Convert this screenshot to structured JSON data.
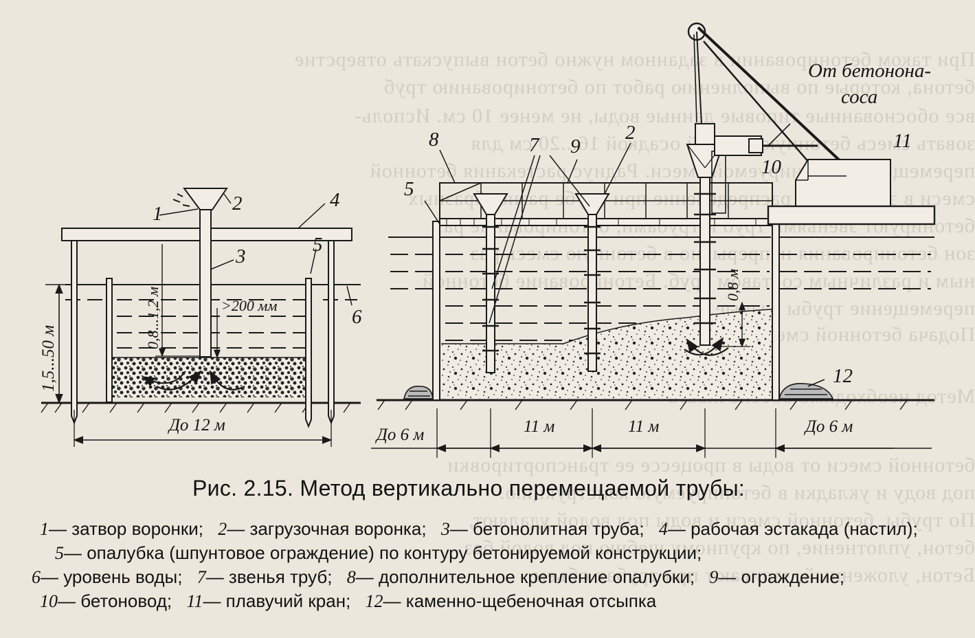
{
  "bleed_through": [
    "При таком бетонировании в заданном нужно бетон выпускать отверстие",
    "бетона, которые по выполнению работ по бетонированию труб",
    "все обоснованные типовые данные воды, не менее 10 см. Исполь-",
    "зовать смесь бетонную мелкой осадкой 16...20 см для",
    "перемещение бетонируемой смеси. Радиус растекания бетонной",
    "смеси в этой массе распределение при трубе разнообразных",
    "бетонируют звеньями труб и трубами, бетонирование раз",
    "зон бетонирования непрерывно в бетонную смесь раз",
    "ным и различным составом труб. Бетонирование бетонной",
    "перемещение трубы разные.",
    "Подача бетонной смеси",
    "Метод необходимо обеспечивать",
    "бетонной смеси от воды в процессе ее транспортировки",
    "под воду и укладки в бетонируемую конструкцию.",
    "По трубы, бетонной смеси и воды под водой удаляют,",
    "бетон, уплотнение, по крупному щебню под водой без",
    "Бетон, уложенный, заливают при трубах объем"
  ],
  "figure": {
    "left_labels": {
      "n1": "1",
      "n2": "2",
      "n3": "3",
      "n4": "4",
      "n5": "5",
      "n6": "6",
      "dim_height": "1,5...50 м",
      "dim_immersion": "0,8...1,2 м",
      "dim_gap": ">200 мм",
      "dim_width": "До 12 м"
    },
    "right_labels": {
      "n2": "2",
      "n5": "5",
      "n7": "7",
      "n8": "8",
      "n9": "9",
      "n10": "10",
      "n11": "11",
      "n12": "12",
      "from_pump_line1": "От бетонона-",
      "from_pump_line2": "соса",
      "dim_immersion": "0,8 м",
      "dim_a": "До 6 м",
      "dim_b": "11 м",
      "dim_c": "11 м",
      "dim_d": "До 6 м"
    }
  },
  "caption": {
    "title": "Рис. 2.15. Метод вертикально перемещаемой трубы:"
  },
  "legend": [
    {
      "n": "1",
      "text": "— затвор воронки;"
    },
    {
      "n": "2",
      "text": "— загрузочная воронка;"
    },
    {
      "n": "3",
      "text": "— бетонолитная труба;"
    },
    {
      "n": "4",
      "text": "— рабочая эстакада (настил);"
    },
    {
      "n": "5",
      "text": "— опалубка (шпунтовое ограждение) по контуру бетонируемой конструкции;"
    },
    {
      "n": "6",
      "text": "— уровень воды;"
    },
    {
      "n": "7",
      "text": "— звенья труб;"
    },
    {
      "n": "8",
      "text": "— дополнительное крепление опалубки;"
    },
    {
      "n": "9",
      "text": "— ограждение;"
    },
    {
      "n": "10",
      "text": "— бетоновод;"
    },
    {
      "n": "11",
      "text": "— плавучий кран;"
    },
    {
      "n": "12",
      "text": "— каменно-щебеночная отсыпка"
    }
  ]
}
